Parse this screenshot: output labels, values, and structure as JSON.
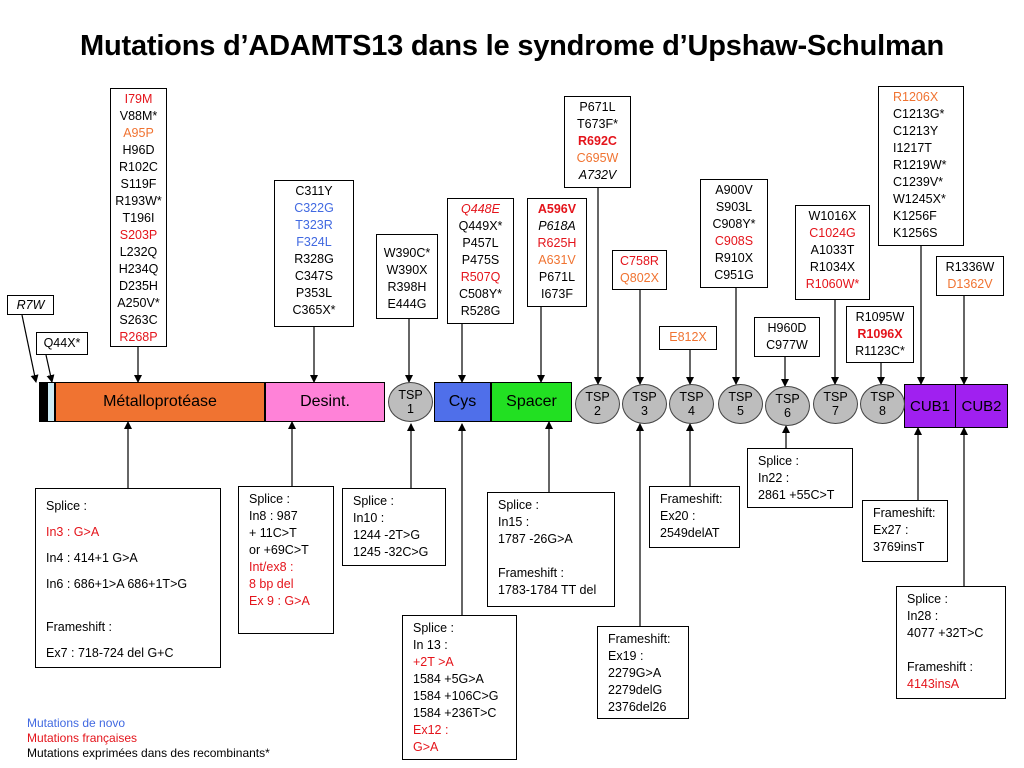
{
  "title": "Mutations d’ADAMTS13 dans le syndrome d’Upshaw-Schulman",
  "colors": {
    "french": "#e4141b",
    "recombinant_highlight": "#f07331",
    "de_novo": "#4169e1",
    "metalloprotease": "#f07331",
    "disintegrin": "#ff82d8",
    "cys": "#4f6fea",
    "spacer": "#22e022",
    "tsp": "#bdbdbd",
    "cub": "#a020f0"
  },
  "domains": {
    "metallo": "Métalloprotéase",
    "desint": "Desint.",
    "cys": "Cys",
    "spacer": "Spacer",
    "tsp": [
      [
        "TSP",
        "1"
      ],
      [
        "TSP",
        "2"
      ],
      [
        "TSP",
        "3"
      ],
      [
        "TSP",
        "4"
      ],
      [
        "TSP",
        "5"
      ],
      [
        "TSP",
        "6"
      ],
      [
        "TSP",
        "7"
      ],
      [
        "TSP",
        "8"
      ]
    ],
    "cub1": "CUB1",
    "cub2": "CUB2"
  },
  "r7w": "R7W",
  "q44x": "Q44X*",
  "mutations_metallo": [
    {
      "t": "I79M",
      "c": "red"
    },
    {
      "t": "V88M*",
      "c": ""
    },
    {
      "t": "A95P",
      "c": "orange"
    },
    {
      "t": "H96D",
      "c": ""
    },
    {
      "t": "R102C",
      "c": ""
    },
    {
      "t": "S119F",
      "c": ""
    },
    {
      "t": "R193W*",
      "c": ""
    },
    {
      "t": "T196I",
      "c": ""
    },
    {
      "t": "S203P",
      "c": "red"
    },
    {
      "t": "L232Q",
      "c": ""
    },
    {
      "t": "H234Q",
      "c": ""
    },
    {
      "t": "D235H",
      "c": ""
    },
    {
      "t": "A250V*",
      "c": ""
    },
    {
      "t": "S263C",
      "c": ""
    },
    {
      "t": "R268P",
      "c": "red"
    }
  ],
  "mutations_desint": [
    {
      "t": "C311Y",
      "c": ""
    },
    {
      "t": "C322G",
      "c": "blue"
    },
    {
      "t": "T323R",
      "c": "blue"
    },
    {
      "t": "F324L",
      "c": "blue"
    },
    {
      "t": "R328G",
      "c": ""
    },
    {
      "t": "C347S",
      "c": ""
    },
    {
      "t": "P353L",
      "c": ""
    },
    {
      "t": "C365X*",
      "c": ""
    }
  ],
  "mutations_tsp1": [
    {
      "t": "W390C*",
      "c": ""
    },
    {
      "t": "W390X",
      "c": ""
    },
    {
      "t": "R398H",
      "c": ""
    },
    {
      "t": "E444G",
      "c": ""
    }
  ],
  "mutations_cys": [
    {
      "t": "Q448E",
      "c": "red i"
    },
    {
      "t": "Q449X*",
      "c": ""
    },
    {
      "t": "P457L",
      "c": ""
    },
    {
      "t": "P475S",
      "c": ""
    },
    {
      "t": "R507Q",
      "c": "red"
    },
    {
      "t": "C508Y*",
      "c": ""
    },
    {
      "t": "R528G",
      "c": ""
    }
  ],
  "mutations_spacer": [
    {
      "t": "A596V",
      "c": "red b"
    },
    {
      "t": "P618A",
      "c": "i"
    },
    {
      "t": "R625H",
      "c": "red"
    },
    {
      "t": "A631V",
      "c": "orange"
    },
    {
      "t": "P671L",
      "c": ""
    },
    {
      "t": "I673F",
      "c": ""
    }
  ],
  "mutations_tsp2": [
    {
      "t": "P671L",
      "c": ""
    },
    {
      "t": "T673F*",
      "c": ""
    },
    {
      "t": "R692C",
      "c": "red b"
    },
    {
      "t": "C695W",
      "c": "orange"
    },
    {
      "t": "A732V",
      "c": "i"
    }
  ],
  "mutations_tsp3": [
    {
      "t": "C758R",
      "c": "red"
    },
    {
      "t": "Q802X",
      "c": "orange"
    }
  ],
  "mutations_tsp4": [
    {
      "t": "E812X",
      "c": "orange"
    }
  ],
  "mutations_tsp5": [
    {
      "t": "A900V",
      "c": ""
    },
    {
      "t": "S903L",
      "c": ""
    },
    {
      "t": "C908Y*",
      "c": ""
    },
    {
      "t": "C908S",
      "c": "red"
    },
    {
      "t": "R910X",
      "c": ""
    },
    {
      "t": "C951G",
      "c": ""
    }
  ],
  "mutations_tsp6": [
    {
      "t": "H960D",
      "c": ""
    },
    {
      "t": "C977W",
      "c": ""
    }
  ],
  "mutations_tsp7": [
    {
      "t": "W1016X",
      "c": ""
    },
    {
      "t": "C1024G",
      "c": "red"
    },
    {
      "t": "A1033T",
      "c": ""
    },
    {
      "t": "R1034X",
      "c": ""
    },
    {
      "t": "R1060W*",
      "c": "red"
    }
  ],
  "mutations_tsp8": [
    {
      "t": "R1095W",
      "c": ""
    },
    {
      "t": "R1096X",
      "c": "red b"
    },
    {
      "t": "R1123C*",
      "c": ""
    }
  ],
  "mutations_cub1": [
    {
      "t": "R1206X",
      "c": "orange"
    },
    {
      "t": "C1213G*",
      "c": ""
    },
    {
      "t": "C1213Y",
      "c": ""
    },
    {
      "t": "I1217T",
      "c": ""
    },
    {
      "t": "R1219W*",
      "c": ""
    },
    {
      "t": "C1239V*",
      "c": ""
    },
    {
      "t": "W1245X*",
      "c": ""
    },
    {
      "t": "K1256F",
      "c": ""
    },
    {
      "t": "K1256S",
      "c": ""
    }
  ],
  "mutations_cub2": [
    {
      "t": "R1336W",
      "c": ""
    },
    {
      "t": "D1362V",
      "c": "orange"
    }
  ],
  "splice_metallo": [
    {
      "t": "Splice :",
      "c": ""
    },
    {
      "t": "In3 : G>A",
      "c": "red"
    },
    {
      "t": "In4 : 414+1 G>A",
      "c": ""
    },
    {
      "t": "In6 : 686+1>A 686+1T>G",
      "c": ""
    },
    {
      "t": "",
      "c": "gap"
    },
    {
      "t": "Frameshift :",
      "c": ""
    },
    {
      "t": "Ex7 : 718-724 del G+C",
      "c": ""
    }
  ],
  "splice_desint": [
    {
      "t": "Splice :",
      "c": ""
    },
    {
      "t": "In8 : 987",
      "c": ""
    },
    {
      "t": "+ 11C>T",
      "c": ""
    },
    {
      "t": "or +69C>T",
      "c": ""
    },
    {
      "t": "Int/ex8 :",
      "c": "red"
    },
    {
      "t": "8 bp del",
      "c": "red"
    },
    {
      "t": "Ex 9 : G>A",
      "c": "red"
    }
  ],
  "splice_tsp1": [
    {
      "t": "Splice :",
      "c": ""
    },
    {
      "t": " In10 :",
      "c": ""
    },
    {
      "t": "1244 -2T>G",
      "c": ""
    },
    {
      "t": "1245 -32C>G",
      "c": ""
    }
  ],
  "splice_cys": [
    {
      "t": "Splice :",
      "c": ""
    },
    {
      "t": " In 13 :",
      "c": ""
    },
    {
      "t": "+2T >A",
      "c": "red"
    },
    {
      "t": "1584 +5G>A",
      "c": ""
    },
    {
      "t": "1584 +106C>G",
      "c": ""
    },
    {
      "t": "1584 +236T>C",
      "c": ""
    },
    {
      "t": "Ex12 :",
      "c": "red"
    },
    {
      "t": "G>A",
      "c": "red"
    }
  ],
  "splice_spacer": [
    {
      "t": "Splice :",
      "c": ""
    },
    {
      "t": "In15 :",
      "c": ""
    },
    {
      "t": "1787 -26G>A",
      "c": ""
    },
    {
      "t": "",
      "c": "gap"
    },
    {
      "t": "Frameshift :",
      "c": ""
    },
    {
      "t": "1783-1784 TT del",
      "c": ""
    }
  ],
  "frameshift_tsp3": [
    {
      "t": "Frameshift:",
      "c": ""
    },
    {
      "t": "Ex19 :",
      "c": ""
    },
    {
      "t": "2279G>A",
      "c": ""
    },
    {
      "t": "2279delG",
      "c": ""
    },
    {
      "t": "2376del26",
      "c": ""
    }
  ],
  "frameshift_tsp4": [
    {
      "t": "Frameshift:",
      "c": ""
    },
    {
      "t": "Ex20 :",
      "c": ""
    },
    {
      "t": "2549delAT",
      "c": ""
    }
  ],
  "splice_tsp6": [
    {
      "t": "Splice :",
      "c": ""
    },
    {
      "t": " In22 :",
      "c": ""
    },
    {
      "t": "2861 +55C>T",
      "c": ""
    }
  ],
  "frameshift_cub1": [
    {
      "t": "Frameshift:",
      "c": ""
    },
    {
      "t": "Ex27 :",
      "c": ""
    },
    {
      "t": "3769insT",
      "c": ""
    }
  ],
  "splice_cub2": [
    {
      "t": "Splice :",
      "c": ""
    },
    {
      "t": "In28 :",
      "c": ""
    },
    {
      "t": "4077 +32T>C",
      "c": ""
    },
    {
      "t": "",
      "c": "gap"
    },
    {
      "t": "Frameshift :",
      "c": ""
    },
    {
      "t": "4143insA",
      "c": "red"
    }
  ],
  "legend": {
    "de_novo": "Mutations de novo",
    "french": "Mutations françaises",
    "recombinant": "Mutations exprimées dans des recombinants*"
  }
}
